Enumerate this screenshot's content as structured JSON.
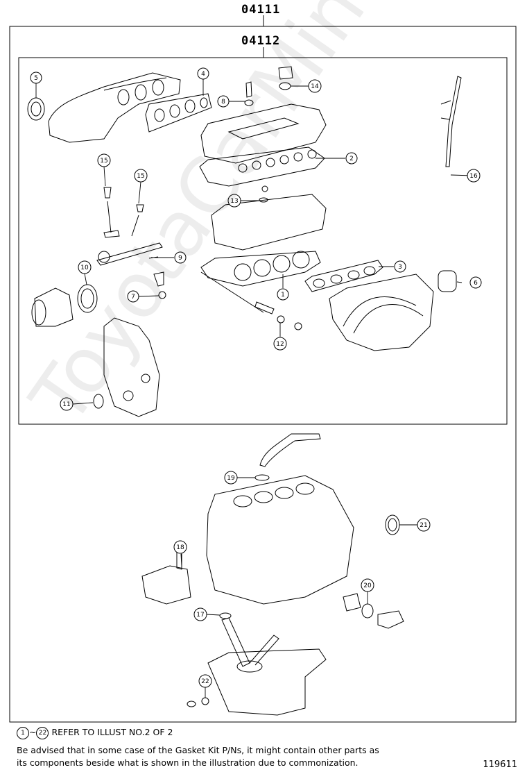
{
  "kits": {
    "outer": "04111",
    "inner": "04112"
  },
  "callouts": [
    "1",
    "2",
    "3",
    "4",
    "5",
    "6",
    "7",
    "8",
    "9",
    "10",
    "11",
    "12",
    "13",
    "14",
    "15",
    "15",
    "16",
    "17",
    "18",
    "19",
    "20",
    "21",
    "22"
  ],
  "notes": {
    "refer_start": "1",
    "refer_sep": "~",
    "refer_end": "22",
    "refer_text": "REFER TO ILLUST NO.2 OF 2",
    "advised_line1": "Be advised that in some case of the Gasket Kit P/Ns,  it might contain other parts as",
    "advised_line2": "its components beside what is shown in the illustration due to commonization."
  },
  "illustration_number": "119611",
  "watermark": "ToyotaCarMine.ru"
}
